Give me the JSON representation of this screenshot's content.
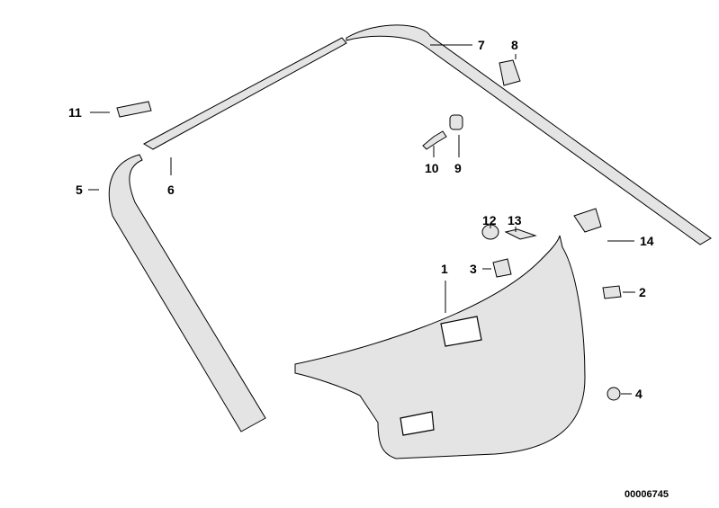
{
  "diagram": {
    "labels": {
      "p1": "1",
      "p2": "2",
      "p3": "3",
      "p4": "4",
      "p5": "5",
      "p6": "6",
      "p7": "7",
      "p8": "8",
      "p9": "9",
      "p10": "10",
      "p11": "11",
      "p12": "12",
      "p13": "13",
      "p14": "14"
    },
    "image_id": "00006745"
  }
}
